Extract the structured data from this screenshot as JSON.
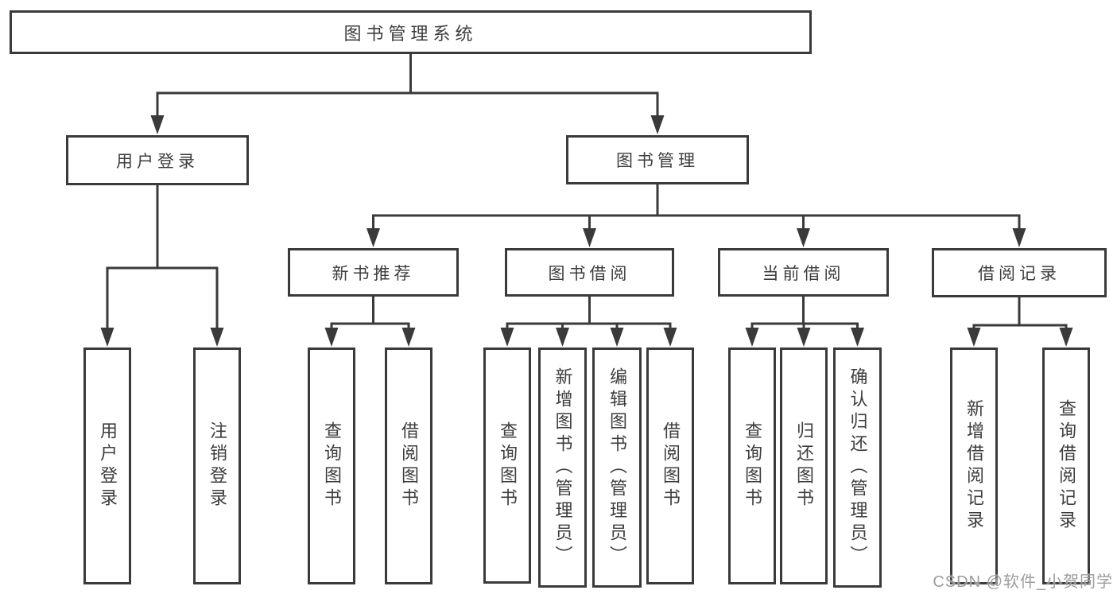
{
  "diagram": {
    "tree": {
      "id": "root",
      "label": "图书管理系统",
      "children": [
        {
          "id": "login",
          "label": "用户登录",
          "children": [
            {
              "id": "login-user",
              "label": "用户登录"
            },
            {
              "id": "login-logout",
              "label": "注销登录"
            }
          ]
        },
        {
          "id": "mgmt",
          "label": "图书管理",
          "children": [
            {
              "id": "rec",
              "label": "新书推荐",
              "children": [
                {
                  "id": "rec-query",
                  "label": "查询图书"
                },
                {
                  "id": "rec-borrow",
                  "label": "借阅图书"
                }
              ]
            },
            {
              "id": "borrow",
              "label": "图书借阅",
              "children": [
                {
                  "id": "borrow-query",
                  "label": "查询图书"
                },
                {
                  "id": "borrow-add",
                  "label": "新增图书（管理员）"
                },
                {
                  "id": "borrow-edit",
                  "label": "编辑图书（管理员）"
                },
                {
                  "id": "borrow-borrow",
                  "label": "借阅图书"
                }
              ]
            },
            {
              "id": "current",
              "label": "当前借阅",
              "children": [
                {
                  "id": "current-query",
                  "label": "查询图书"
                },
                {
                  "id": "current-return",
                  "label": "归还图书"
                },
                {
                  "id": "current-confirm",
                  "label": "确认归还（管理员）"
                }
              ]
            },
            {
              "id": "record",
              "label": "借阅记录",
              "children": [
                {
                  "id": "record-add",
                  "label": "新增借阅记录"
                },
                {
                  "id": "record-query",
                  "label": "查询借阅记录"
                }
              ]
            }
          ]
        }
      ]
    },
    "colors": {
      "line": "#3a3a3a",
      "text": "#3d3d3d",
      "background": "#ffffff",
      "watermark": "#949494"
    }
  },
  "watermark": {
    "text": "CSDN @软件_小贺同学"
  }
}
